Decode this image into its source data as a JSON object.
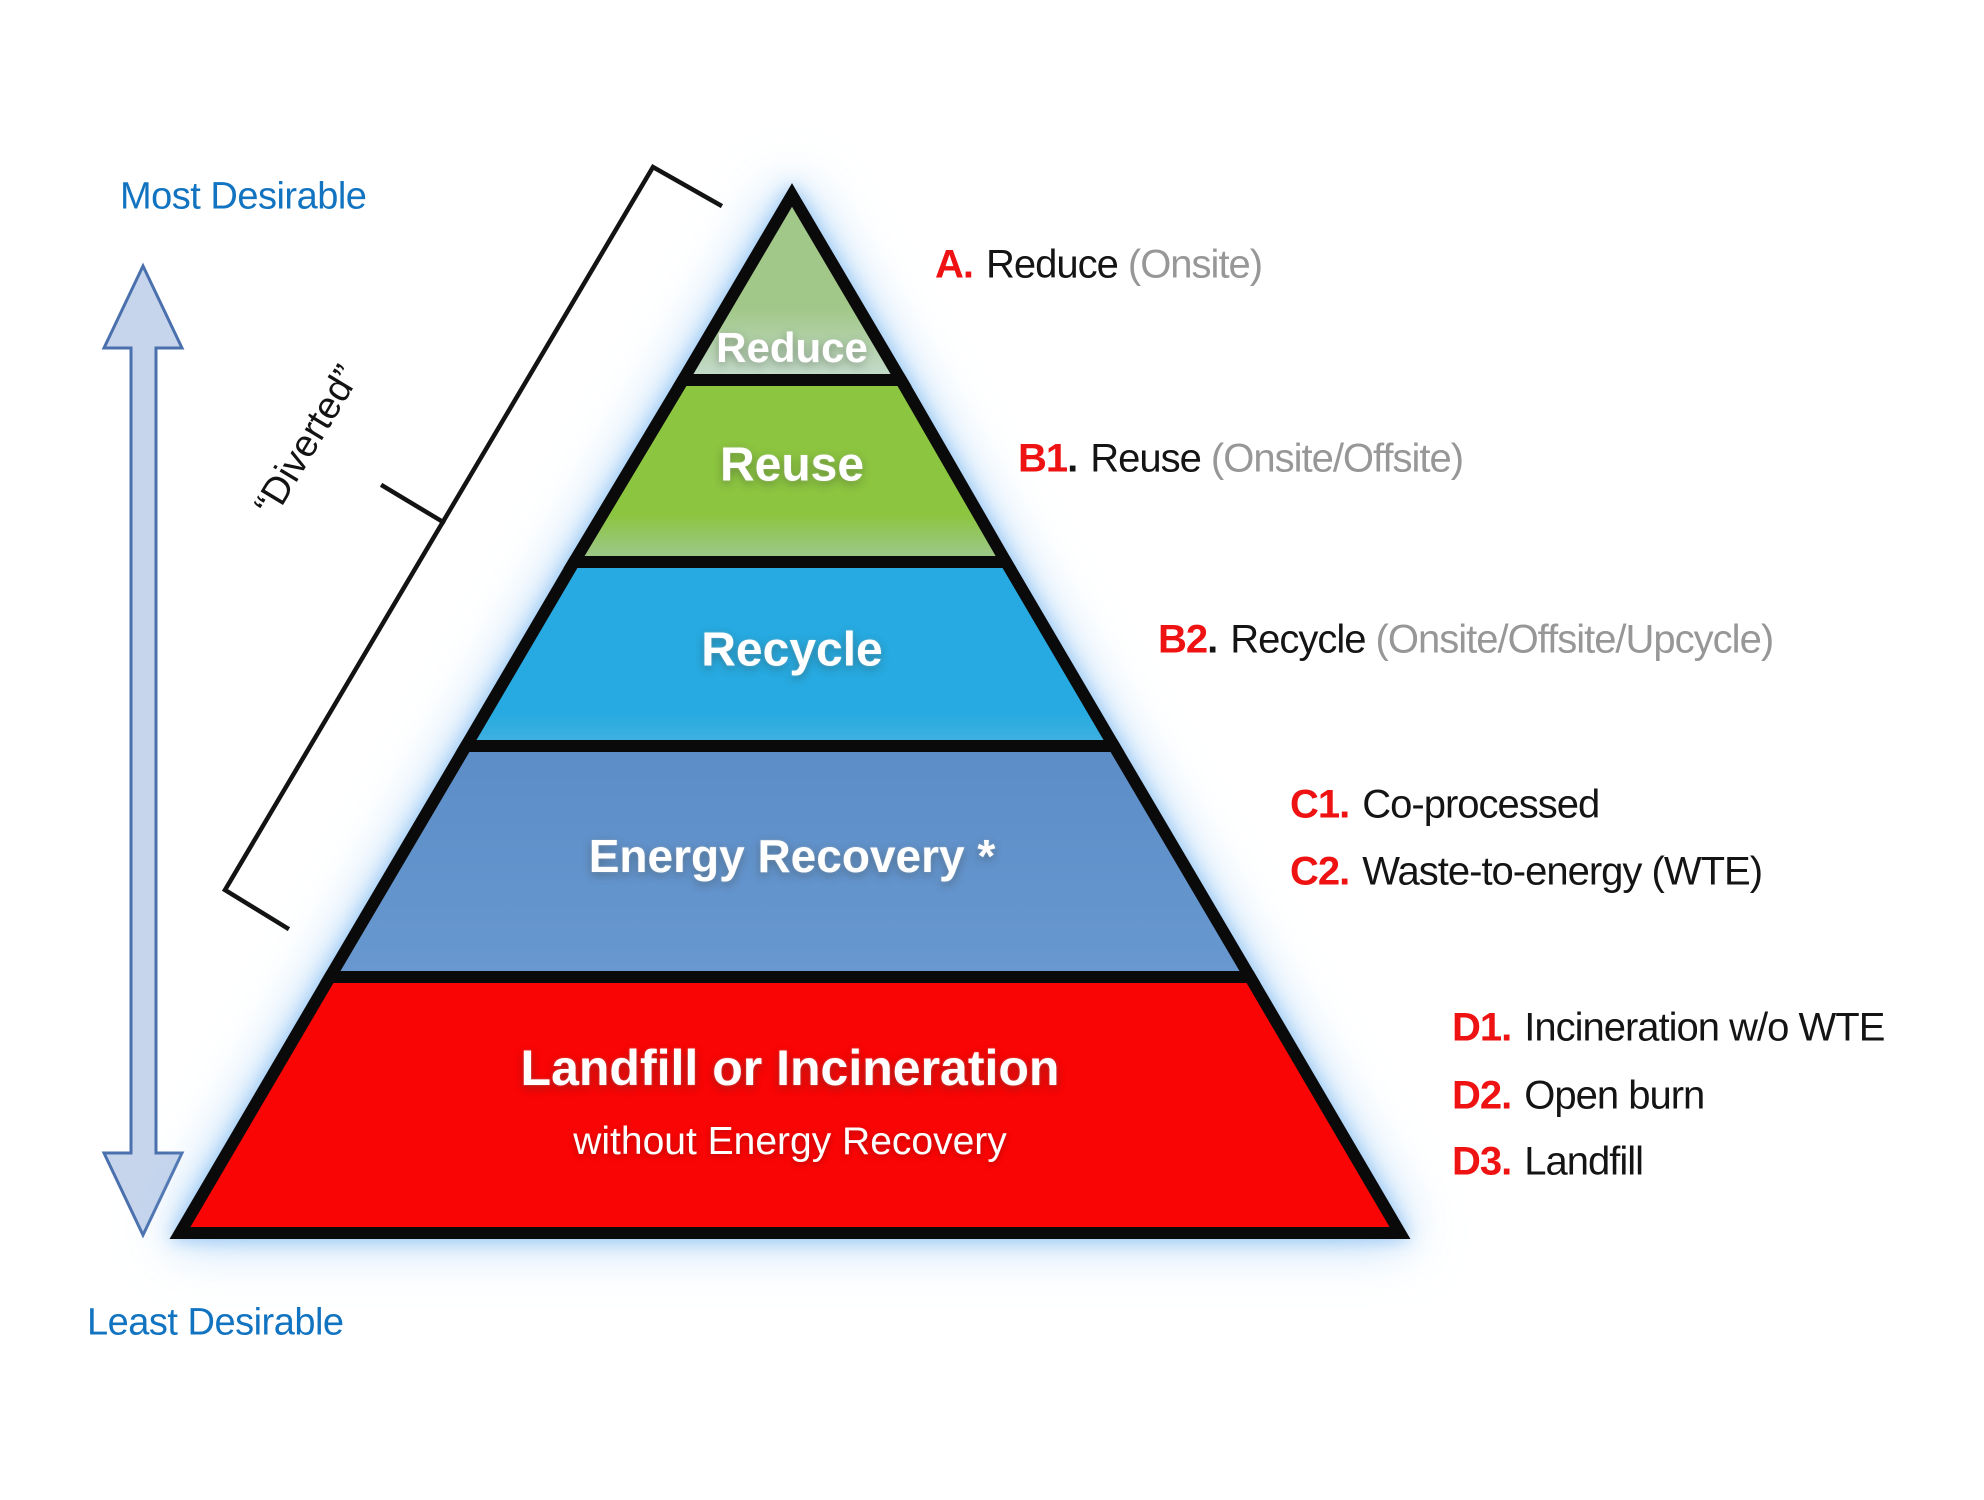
{
  "axis": {
    "most_label": "Most Desirable",
    "least_label": "Least Desirable",
    "text_color": "#1274c0",
    "arrow_fill": "#c7d5ec",
    "arrow_stroke": "#4a70ad"
  },
  "diverted": {
    "label": "“Diverted”"
  },
  "pyramid": {
    "outline_color": "#0a0a0a",
    "glow_color": "#98caf6",
    "layers": [
      {
        "name": "reduce",
        "label": "Reduce",
        "color_top": "#a2c889",
        "color_bottom": "#c6dccf"
      },
      {
        "name": "reuse",
        "label": "Reuse",
        "color_top": "#8cc540",
        "color_bottom": "#9fc893"
      },
      {
        "name": "recycle",
        "label": "Recycle",
        "color_top": "#27aae1",
        "color_bottom": "#43b1df"
      },
      {
        "name": "energy",
        "label": "Energy Recovery *",
        "color_top": "#5d8dc7",
        "color_bottom": "#6898cf"
      },
      {
        "name": "landfill",
        "label": "Landfill or Incineration",
        "sublabel": "without Energy Recovery",
        "color_top": "#f90505",
        "color_bottom": "#f90505"
      }
    ]
  },
  "annotations": {
    "red": "#ee1212",
    "gray": "#979797",
    "black": "#141414",
    "items": [
      {
        "code": "A.",
        "dot": "",
        "label": "Reduce",
        "paren": "(Onsite)"
      },
      {
        "code": "B1",
        "dot": ".",
        "label": "Reuse",
        "paren": "(Onsite/Offsite)"
      },
      {
        "code": "B2",
        "dot": ".",
        "label": "Recycle",
        "paren": "(Onsite/Offsite/Upcycle)"
      },
      {
        "code": "C1.",
        "dot": "",
        "label": "Co-processed",
        "paren": ""
      },
      {
        "code": "C2.",
        "dot": "",
        "label": "Waste-to-energy (WTE)",
        "paren": ""
      },
      {
        "code": "D1.",
        "dot": "",
        "label": "Incineration w/o WTE",
        "paren": ""
      },
      {
        "code": "D2.",
        "dot": "",
        "label": "Open burn",
        "paren": ""
      },
      {
        "code": "D3.",
        "dot": "",
        "label": "Landfill",
        "paren": ""
      }
    ]
  }
}
